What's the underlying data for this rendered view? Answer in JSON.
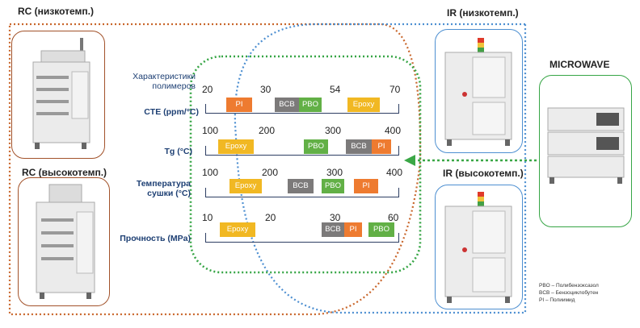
{
  "colors": {
    "rc_outline": "#c9662b",
    "ir_outline": "#4d8fd1",
    "polymer_outline": "#36a545",
    "microwave_outline": "#36a545",
    "arrow": "#3aa746",
    "axis": "#2d3e63",
    "epoxy": "#f1b823",
    "pi": "#ee7b30",
    "bcb": "#7c7a7a",
    "pbo": "#62b046"
  },
  "labels": {
    "rc_low": "RC (низкотемп.)",
    "rc_high": "RC (высокотемп.)",
    "ir_low": "IR (низкотемп.)",
    "ir_high": "IR (высокотемп.)",
    "microwave": "MICROWAVE"
  },
  "table": {
    "header": "Характеристики полимеров",
    "rows": [
      {
        "label": "CTE (ppm/°C)",
        "ticks": [
          "20",
          "30",
          "54",
          "70"
        ],
        "chips": [
          {
            "text": "PI",
            "kind": "pi"
          },
          {
            "text": "BCB",
            "kind": "bcb"
          },
          {
            "text": "PBO",
            "kind": "pbo"
          },
          {
            "text": "Epoxy",
            "kind": "epoxy"
          }
        ]
      },
      {
        "label": "Tg (°C)",
        "ticks": [
          "100",
          "200",
          "300",
          "400"
        ],
        "chips": [
          {
            "text": "Epoxy",
            "kind": "epoxy"
          },
          {
            "text": "PBO",
            "kind": "pbo"
          },
          {
            "text": "BCB",
            "kind": "bcb"
          },
          {
            "text": "PI",
            "kind": "pi"
          }
        ]
      },
      {
        "label": "Температура сушки (°C)",
        "ticks": [
          "100",
          "200",
          "300",
          "400"
        ],
        "chips": [
          {
            "text": "Epoxy",
            "kind": "epoxy"
          },
          {
            "text": "BCB",
            "kind": "bcb"
          },
          {
            "text": "PBO",
            "kind": "pbo"
          },
          {
            "text": "PI",
            "kind": "pi"
          }
        ]
      },
      {
        "label": "Прочность (MPa)",
        "ticks": [
          "10",
          "20",
          "30",
          "60"
        ],
        "chips": [
          {
            "text": "Epoxy",
            "kind": "epoxy"
          },
          {
            "text": "BCB",
            "kind": "bcb"
          },
          {
            "text": "PI",
            "kind": "pi"
          },
          {
            "text": "PBO",
            "kind": "pbo"
          }
        ]
      }
    ]
  },
  "legend": [
    "PBO – Полибензоксазол",
    "BCB – Бензоциклобутен",
    "PI    – Полиимид"
  ]
}
